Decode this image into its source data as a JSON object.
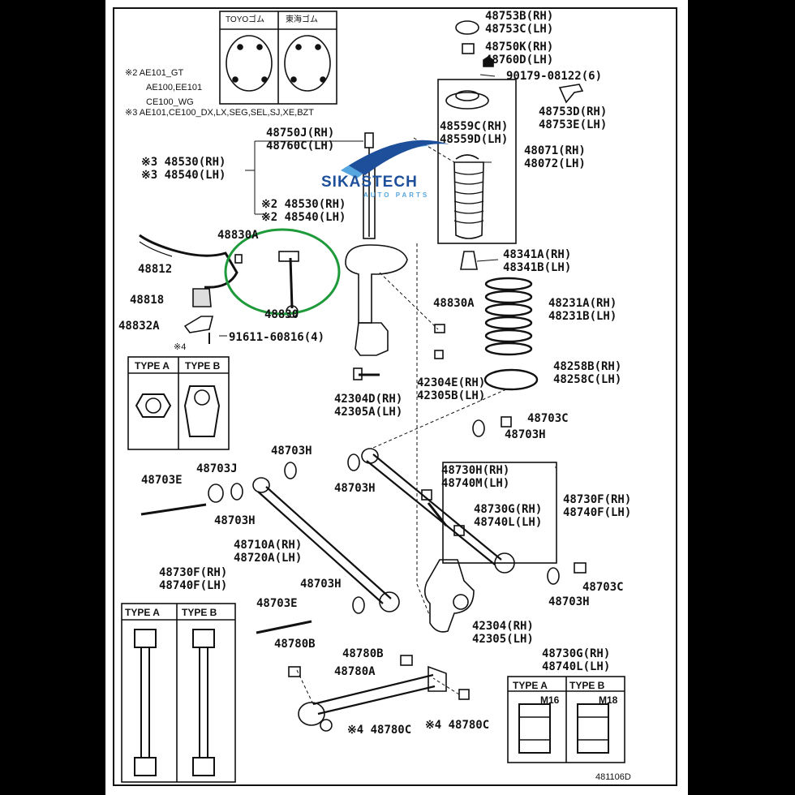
{
  "notes": {
    "rubber_toyo": "TOYOゴム",
    "rubber_tokai": "東海ゴム",
    "note2_line1": "※2 AE101_GT",
    "note2_line2": "AE100,EE101",
    "note2_line3": "CE100_WG",
    "note3": "※3 AE101,CE100_DX,LX,SEG,SEL,SJ,XE,BZT"
  },
  "watermark": {
    "brand": "SIKASTECH",
    "sub": "AUTO PARTS"
  },
  "labels": {
    "p48753B": "48753B(RH)",
    "p48753C": "48753C(LH)",
    "p48750K": "48750K(RH)",
    "p48760D": "48760D(LH)",
    "p90179": "90179-08122(6)",
    "p48753D": "48753D(RH)",
    "p48753E": "48753E(LH)",
    "p48559C": "48559C(RH)",
    "p48559D": "48559D(LH)",
    "p48071": "48071(RH)",
    "p48072": "48072(LH)",
    "p48750J": "48750J(RH)",
    "p48760C": "48760C(LH)",
    "p48530a": "※3 48530(RH)",
    "p48540a": "※3 48540(LH)",
    "p48530b": "※2 48530(RH)",
    "p48540b": "※2 48540(LH)",
    "p48830Aa": "48830A",
    "p48812": "48812",
    "p48830": "48830",
    "p48818": "48818",
    "p48832A": "48832A",
    "p91611": "91611-60816(4)",
    "p48341A": "48341A(RH)",
    "p48341B": "48341B(LH)",
    "p48830Ab": "48830A",
    "p48231A": "48231A(RH)",
    "p48231B": "48231B(LH)",
    "p48258B": "48258B(RH)",
    "p48258C": "48258C(LH)",
    "note4": "※4",
    "typeA": "TYPE A",
    "typeB": "TYPE B",
    "p42304E": "42304E(RH)",
    "p42305B": "42305B(LH)",
    "p42304D": "42304D(RH)",
    "p42305A": "42305A(LH)",
    "p48703Ca": "48703C",
    "p48703Ha": "48703H",
    "p48703Hb": "48703H",
    "p48703Hc": "48703H",
    "p48703E1": "48703E",
    "p48703J": "48703J",
    "p48703Hd": "48703H",
    "p48730H": "48730H(RH)",
    "p48740M": "48740M(LH)",
    "p48730Fa": "48730F(RH)",
    "p48740Fa": "48740F(LH)",
    "p48730Ga": "48730G(RH)",
    "p48740La": "48740L(LH)",
    "p48710A": "48710A(RH)",
    "p48720A": "48720A(LH)",
    "p48730Fb": "48730F(RH)",
    "p48740Fb": "48740F(LH)",
    "p48703He": "48703H",
    "p48703Cb": "48703C",
    "p48703Hf": "48703H",
    "p48703E2": "48703E",
    "p42304": "42304(RH)",
    "p42305": "42305(LH)",
    "p48780B1": "48780B",
    "p48780B2": "48780B",
    "p48730Gb": "48730G(RH)",
    "p48740Lb": "48740L(LH)",
    "p48780A": "48780A",
    "p48780C1": "※4 48780C",
    "p48780C2": "※4 48780C",
    "m16": "M16",
    "m18": "M18",
    "code": "481106D"
  },
  "colors": {
    "highlight": "#1e9a3a",
    "brand": "#1d4f9a",
    "brand_light": "#57a6e0"
  }
}
